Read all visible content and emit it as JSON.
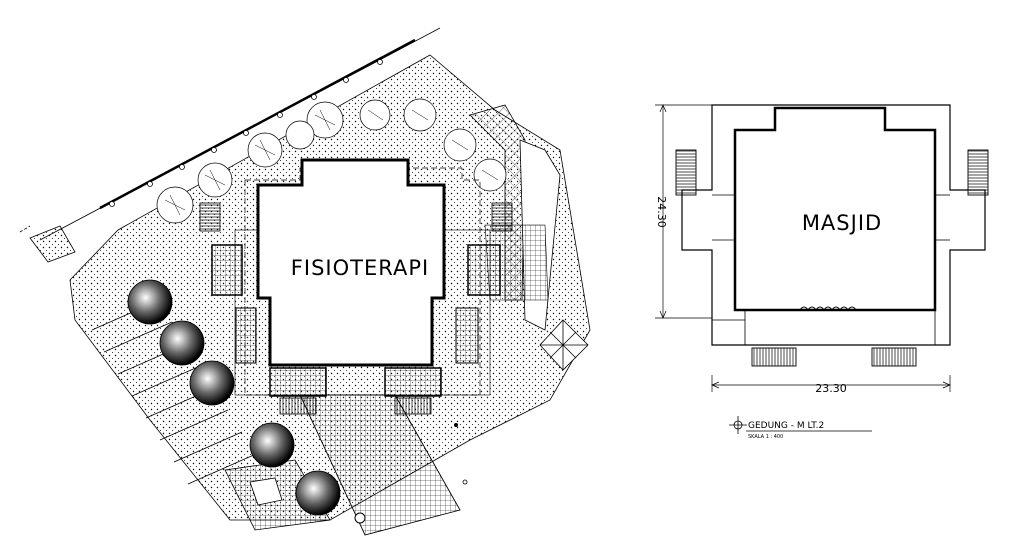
{
  "left_plan": {
    "building_label": "FISIOTERAPI"
  },
  "right_plan": {
    "building_label": "MASJID",
    "dim_height": "24.30",
    "dim_width": "23.30"
  },
  "title_block": {
    "title": "GEDUNG - M LT.2",
    "scale": "SKALA 1 : 400"
  },
  "icons": {
    "tree": "tree-icon",
    "shrub": "shrub-icon",
    "north_arrow": "north-arrow-icon",
    "lamp": "lamp-post-icon"
  }
}
